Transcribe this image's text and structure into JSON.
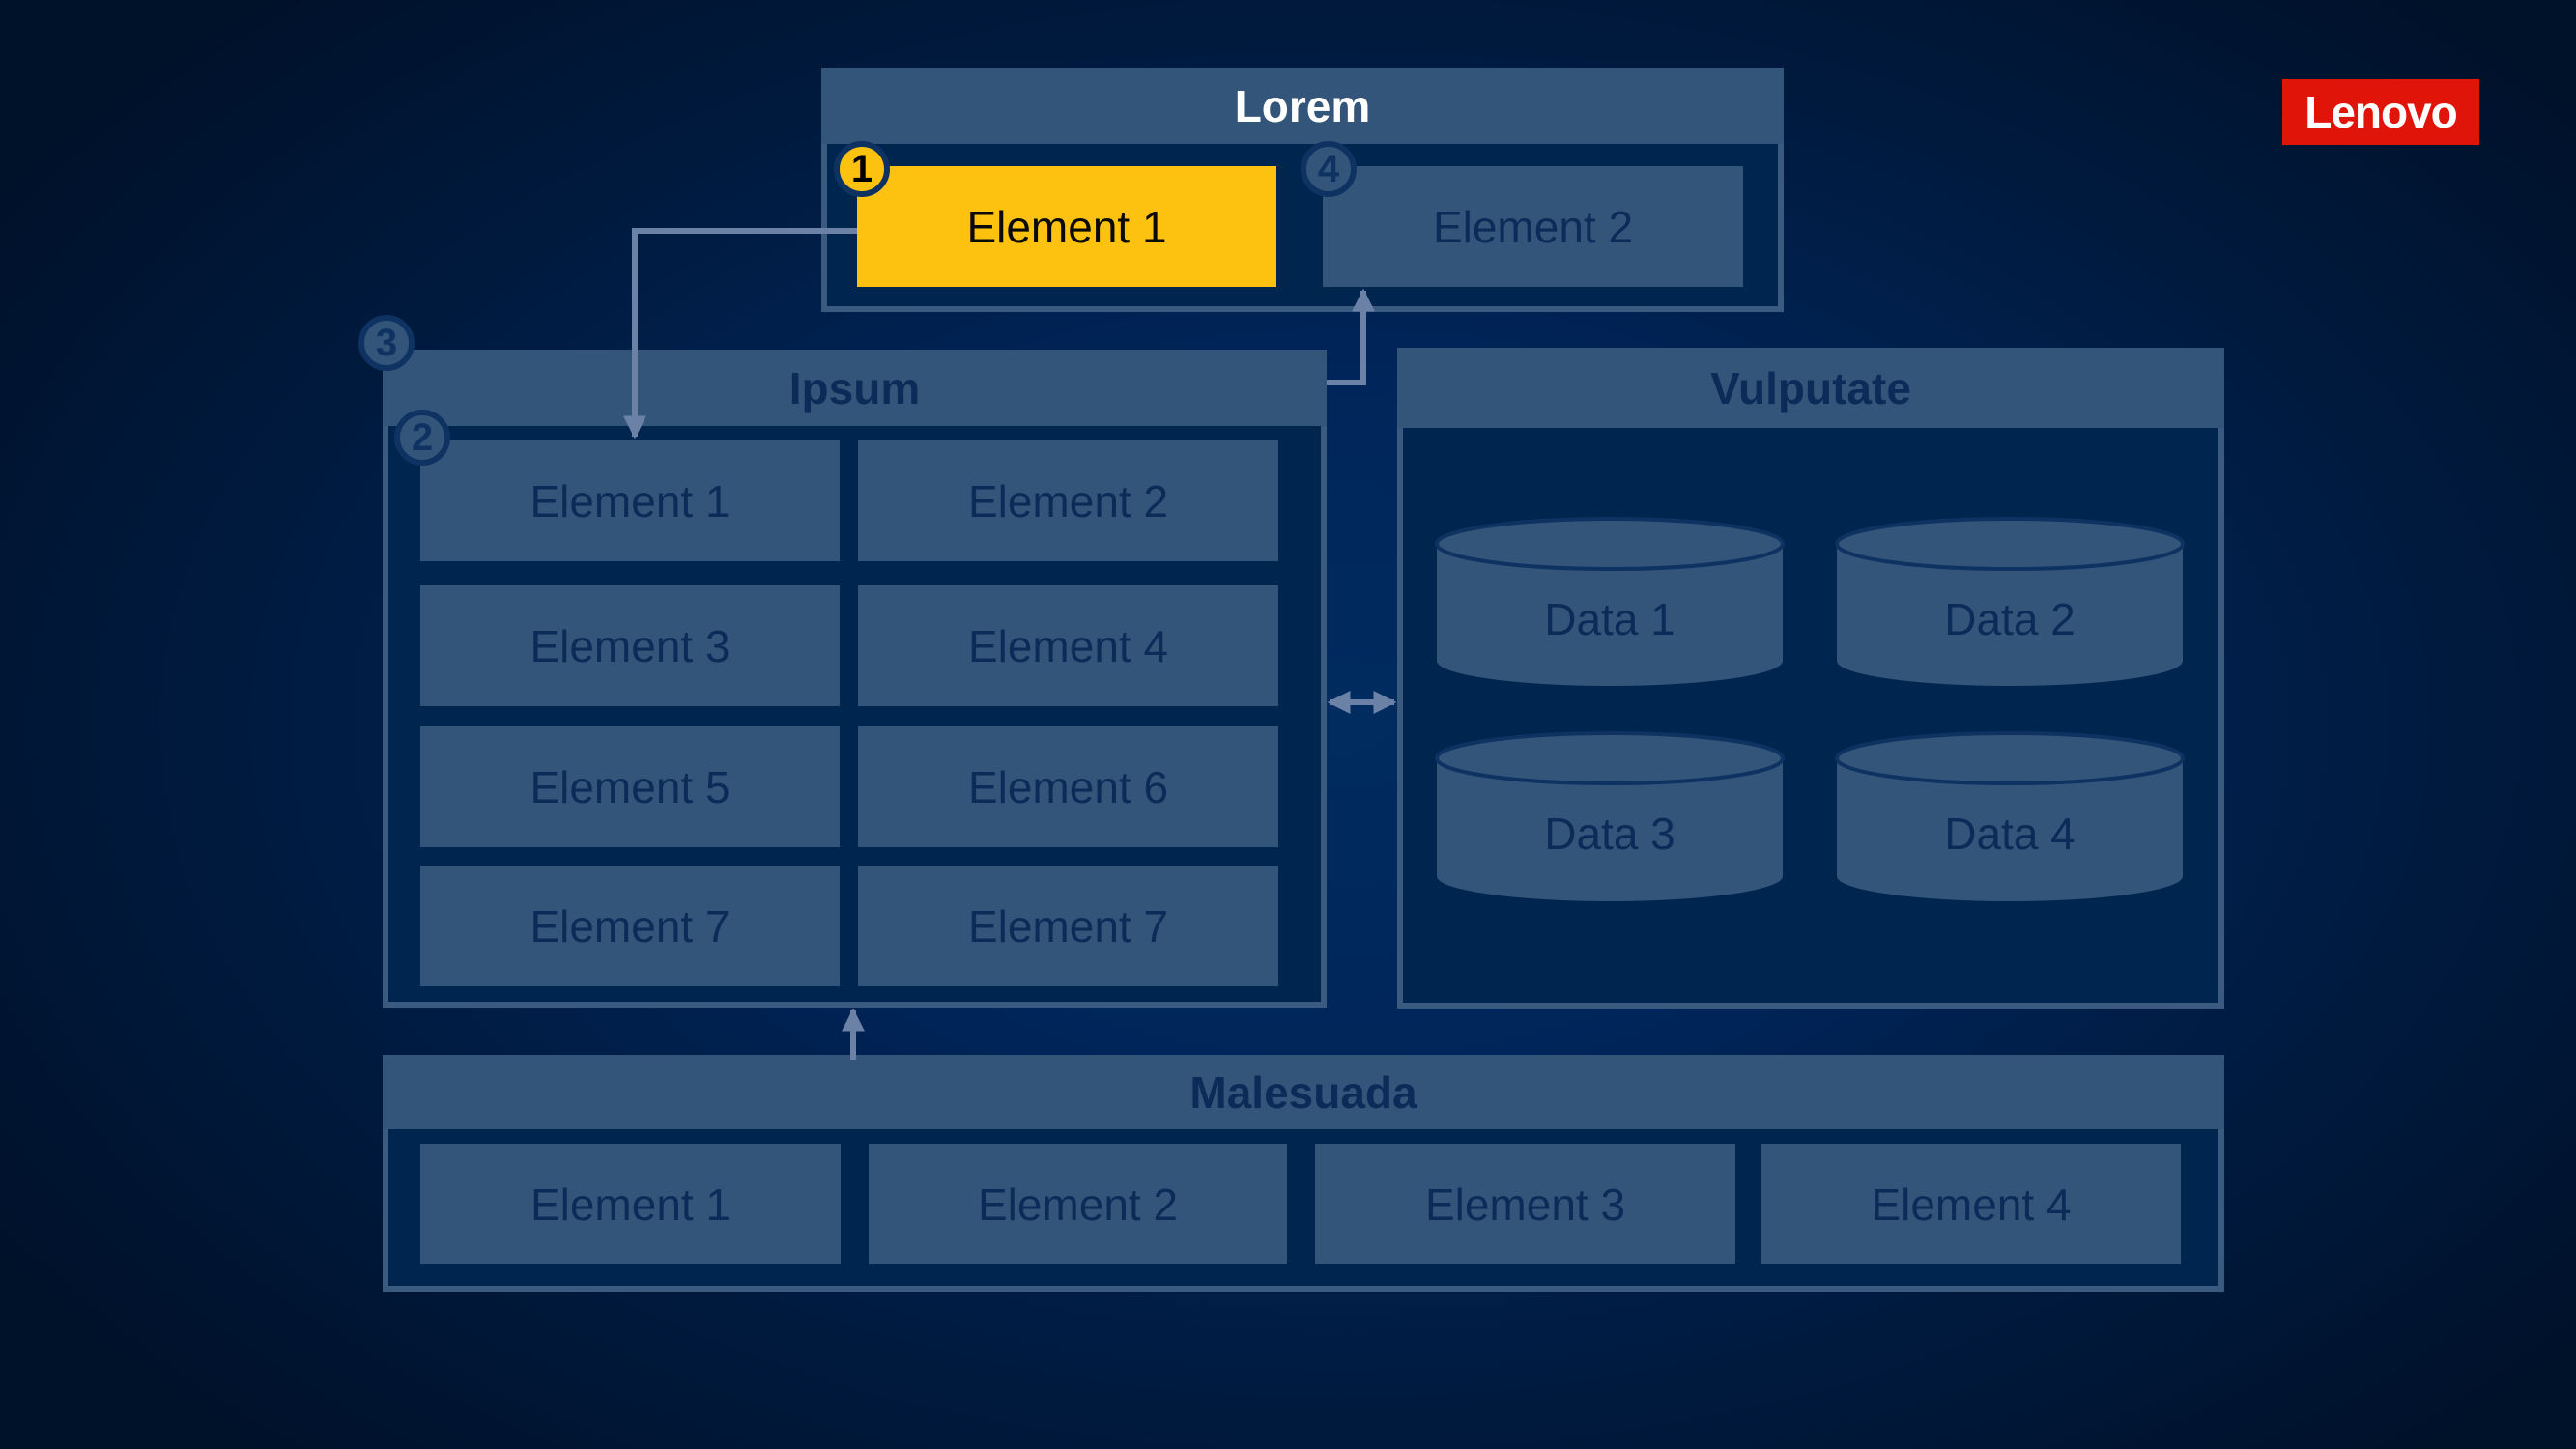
{
  "brand": {
    "logo_text": "Lenovo",
    "logo_color": "#e1140a"
  },
  "colors": {
    "accent": "#fdc210",
    "panel_header": "#34557a",
    "panel_body": "#00264f",
    "connector": "#6b82a6",
    "text_dark": "#0d2b58"
  },
  "lorem": {
    "title": "Lorem",
    "elements": [
      {
        "label": "Element 1",
        "badge": "1",
        "active": true
      },
      {
        "label": "Element 2",
        "badge": "4",
        "active": false
      }
    ]
  },
  "ipsum": {
    "title": "Ipsum",
    "panel_badge": "3",
    "grid_badge": "2",
    "elements": [
      "Element 1",
      "Element 2",
      "Element 3",
      "Element 4",
      "Element 5",
      "Element 6",
      "Element 7",
      "Element 7"
    ]
  },
  "vulputate": {
    "title": "Vulputate",
    "data_stores": [
      "Data 1",
      "Data 2",
      "Data 3",
      "Data 4"
    ]
  },
  "malesuada": {
    "title": "Malesuada",
    "elements": [
      "Element 1",
      "Element 2",
      "Element 3",
      "Element 4"
    ]
  },
  "connections": [
    {
      "from": "lorem.element-1",
      "to": "ipsum.element-1",
      "type": "arrow"
    },
    {
      "from": "ipsum",
      "to": "lorem.element-2",
      "type": "arrow"
    },
    {
      "from": "ipsum",
      "to": "vulputate",
      "type": "bidirectional"
    },
    {
      "from": "malesuada",
      "to": "ipsum",
      "type": "arrow"
    }
  ]
}
